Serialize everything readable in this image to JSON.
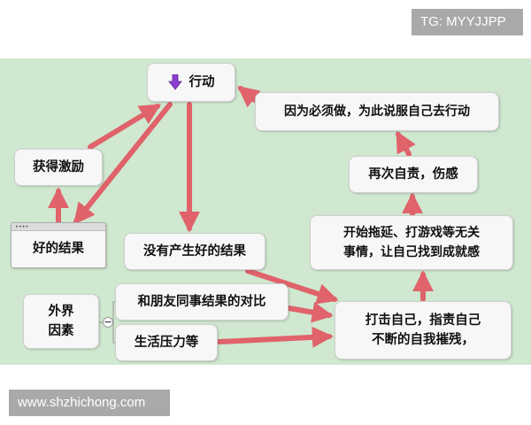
{
  "watermarks": {
    "top": "TG: MYYJJPP",
    "bottom": "www.shzhichong.com"
  },
  "colors": {
    "background_band": "#cfe8cf",
    "arrow": "#e0626b",
    "node_fill": "#f7f7f7",
    "action_icon": "#8b3fd0"
  },
  "nodes": {
    "action": "行动",
    "reason": "因为必须做，为此说服自己去行动",
    "incentive": "获得激励",
    "reblame": "再次自责，伤感",
    "good_result": "好的结果",
    "no_good_result": "没有产生好的结果",
    "procrastinate_line1": "开始拖延、打游戏等无关",
    "procrastinate_line2": "事情，让自己找到成就感",
    "external_line1": "外界",
    "external_line2": "因素",
    "compare": "和朋友同事结果的对比",
    "pressure": "生活压力等",
    "attack_line1": "打击自己，指责自己",
    "attack_line2": "不断的自我摧残，"
  },
  "icons": {
    "action_icon": "down-arrow-icon",
    "collapse_toggle": "minus-icon"
  }
}
